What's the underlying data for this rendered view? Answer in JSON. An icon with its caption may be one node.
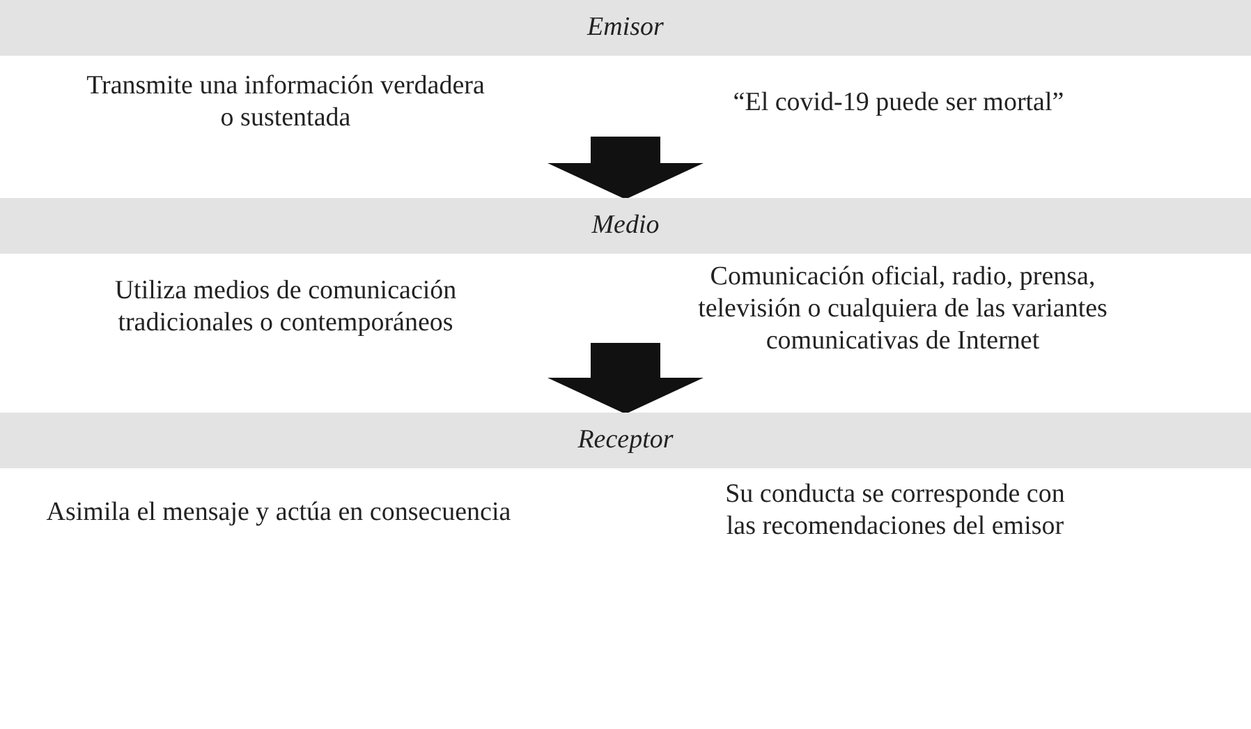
{
  "diagram": {
    "nodes": [
      {
        "text": [
          "Emisor"
        ],
        "beside": [
          "Transmite una información verdadera o sustentada",
          "“El covid-19 puede ser mortal”"
        ]
      },
      {
        "text": [
          "Medio"
        ],
        "beside": [
          "Utiliza medios de comunicación tradicionales o contemporáneos",
          "Comunicación oficial, radio, prensa, televisión o cualquiera de las variantes comunicativas de Internet"
        ]
      },
      {
        "text": [
          "Receptor"
        ],
        "beside": [
          "Asimila el mensaje y actúa en consecuencia",
          "Su conducta se corresponde con las recomendaciones del emisor"
        ]
      }
    ],
    "edges": [
      {
        "from": 0,
        "to": 1,
        "arrow": "to"
      },
      {
        "from": 1,
        "to": 2,
        "arrow": "to"
      }
    ]
  }
}
